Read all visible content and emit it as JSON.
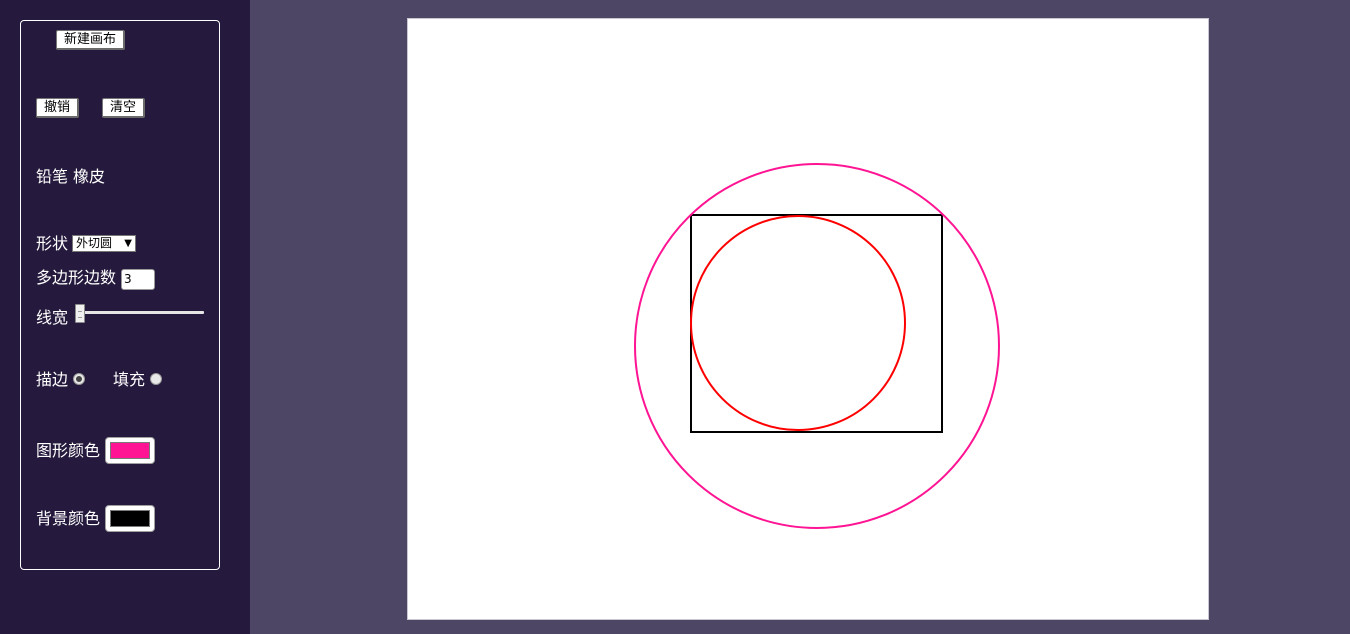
{
  "toolbar": {
    "new_canvas": "新建画布",
    "undo": "撤销",
    "clear": "清空"
  },
  "tools": {
    "pencil": "铅笔",
    "eraser": "橡皮"
  },
  "shape": {
    "label": "形状",
    "selected": "外切圆"
  },
  "polygon": {
    "label": "多边形边数",
    "value": "3"
  },
  "line_width": {
    "label": "线宽",
    "value_fraction": 0.0
  },
  "draw_mode": {
    "stroke_label": "描边",
    "fill_label": "填充",
    "selected": "stroke"
  },
  "shape_color": {
    "label": "图形颜色",
    "value": "#ff1493"
  },
  "background_color": {
    "label": "背景颜色",
    "value": "#000000"
  },
  "drawing": {
    "rect_color": "#000000",
    "inner_circle_color": "#ff0000",
    "outer_circle_color": "#ff1493"
  }
}
